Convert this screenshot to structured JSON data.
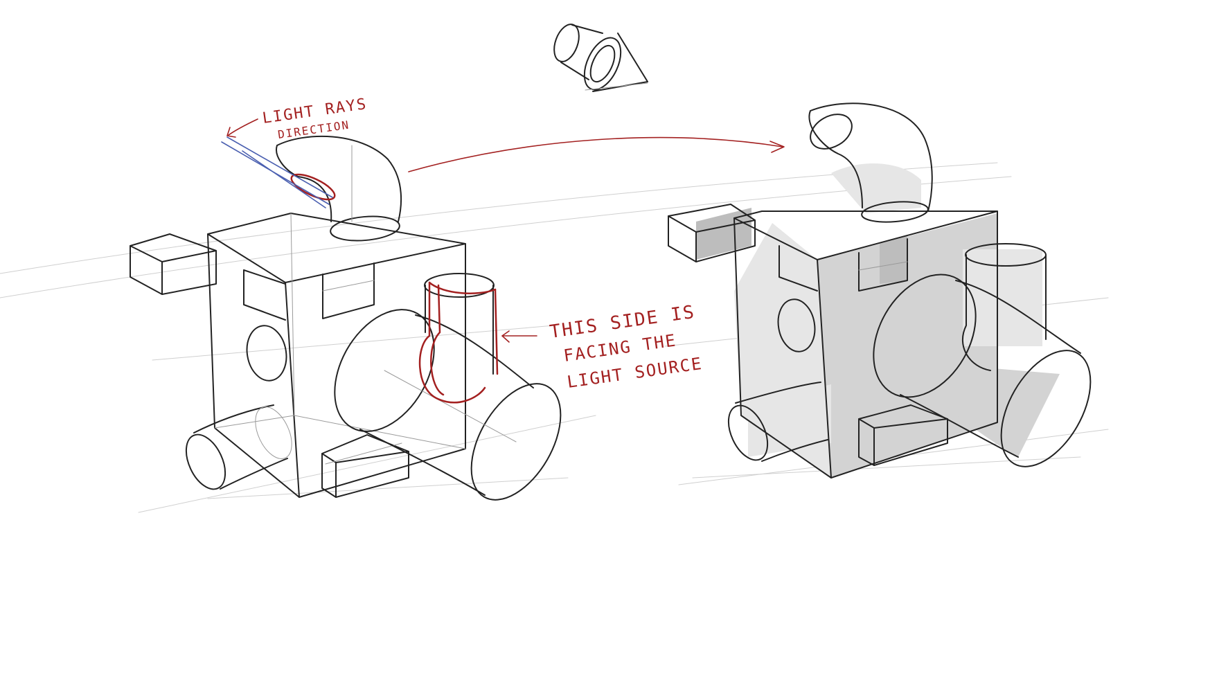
{
  "annotations": {
    "light_rays_line1": "LIGHT RAYS",
    "light_rays_line2": "DIRECTION",
    "facing_line1": "THIS SIDE IS",
    "facing_line2": "FACING THE",
    "facing_line3": "LIGHT SOURCE"
  },
  "colors": {
    "ink": "#222222",
    "annotation_red": "#a32020",
    "light_ray_blue": "#4a5fb0",
    "shade_light": "#e6e6e6",
    "shade_mid": "#d3d3d3",
    "shade_dark": "#bdbdbd"
  }
}
